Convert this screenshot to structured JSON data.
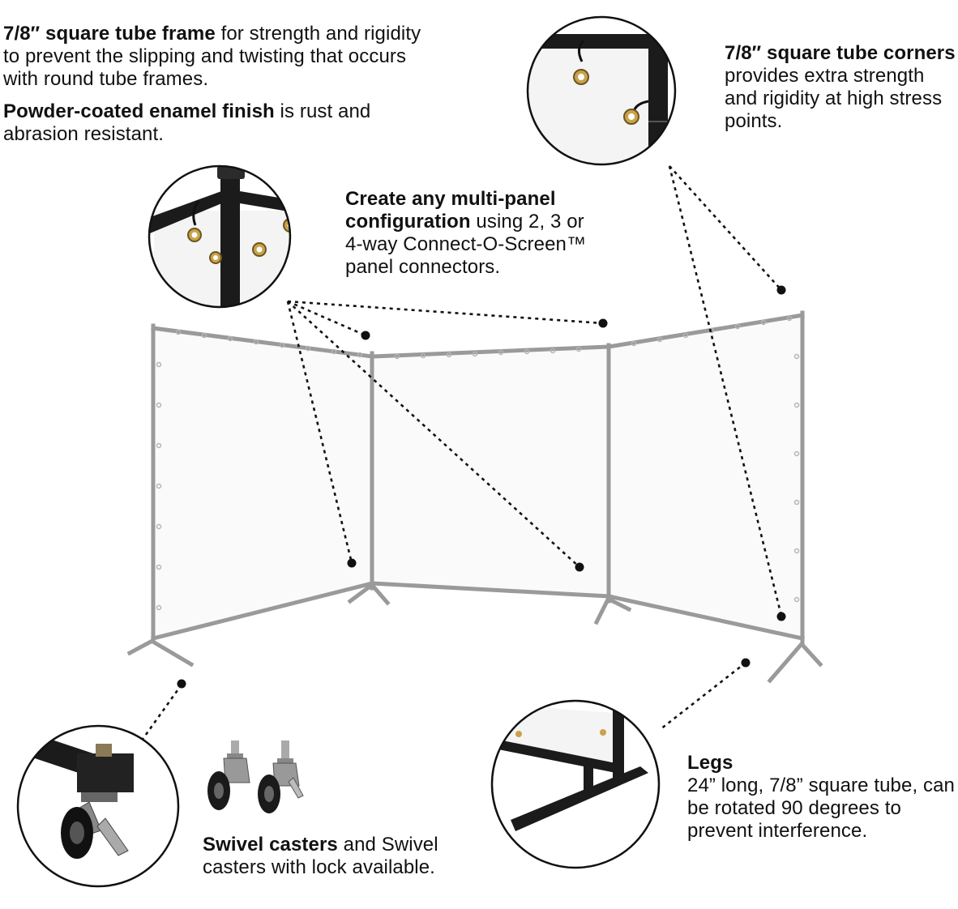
{
  "colors": {
    "frame": "#9a9a9a",
    "panel": "#fafafa",
    "detail_frame": "#1b1b1b",
    "grommet": "#c9a24a",
    "dots": "#111111"
  },
  "callouts": {
    "frame": {
      "bold": "7/8″ square tube frame",
      "text": " for strength and rigidity to prevent the slipping and twisting that occurs with round tube frames."
    },
    "finish": {
      "bold": "Powder-coated enamel finish",
      "text": " is rust and abrasion resistant."
    },
    "corners": {
      "bold": "7/8″  square tube corners",
      "text": "provides extra strength and rigidity at high stress points."
    },
    "multipanel": {
      "bold": "Create any multi-panel configuration",
      "text": " using 2, 3 or 4-way Connect-O-Screen™ panel connectors."
    },
    "casters": {
      "bold": "Swivel casters",
      "text": " and Swivel casters with lock available."
    },
    "legs": {
      "bold": "Legs",
      "text": "24” long, 7/8” square tube, can be rotated 90 degrees to prevent interference."
    }
  },
  "icons": [
    "corner-detail-icon",
    "connector-detail-icon",
    "caster-detail-icon",
    "leg-detail-icon",
    "caster-pair-icon"
  ]
}
